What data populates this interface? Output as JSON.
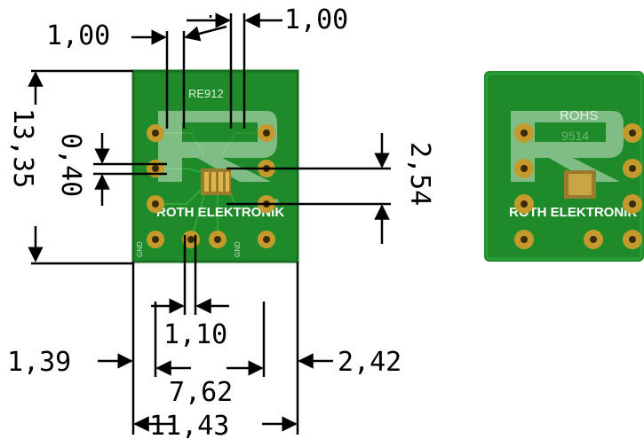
{
  "dimensions": {
    "top_left_width": "1,00",
    "top_right_width": "1,00",
    "board_height": "13,35",
    "pad_height": "0,40",
    "pin_pitch": "2,54",
    "trace_width": "1,10",
    "left_offset": "1,39",
    "right_offset": "2,42",
    "row_spacing": "7,62",
    "board_width": "11,43"
  },
  "board_front": {
    "part_code": "RE912",
    "logo_text": "ROTH ELEKTRONIK",
    "reg_mark": "®",
    "side_text_left": "GND",
    "side_text_right": "GND"
  },
  "board_back": {
    "rohs": "ROHS",
    "code": "9514",
    "logo_text": "ROTH ELEKTRONIK",
    "reg_mark": "®"
  },
  "colors": {
    "pcb_green": "#1f8a2a",
    "pcb_green_dark": "#16721f",
    "pad_gold": "#c59a2c",
    "hole_dark": "#3a2a0a",
    "line": "#000000"
  }
}
